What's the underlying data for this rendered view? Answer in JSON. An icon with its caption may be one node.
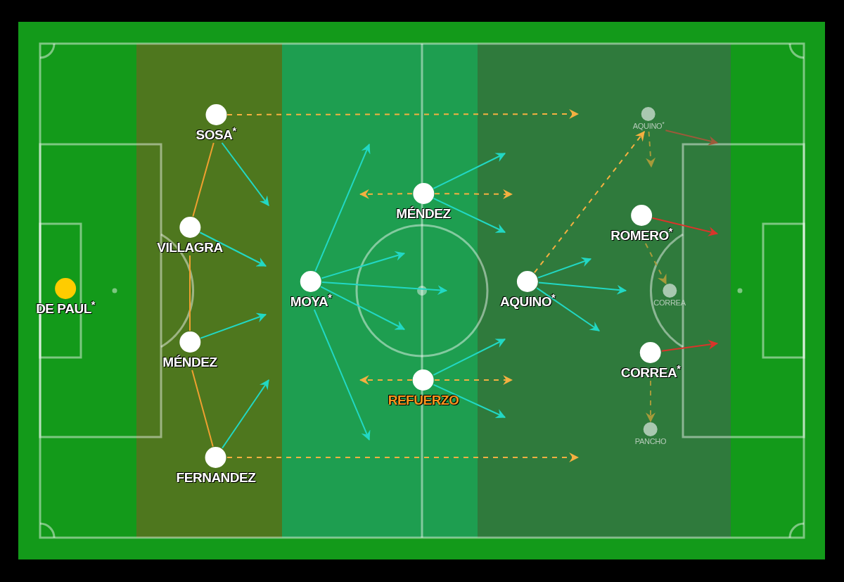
{
  "diagram": {
    "nodes": [
      {
        "text": [
          "DE PAUL$^{*}$"
        ]
      },
      {
        "text": [
          "SOSA$^{*}$"
        ]
      },
      {
        "text": [
          "VILLAGRA"
        ]
      },
      {
        "text": [
          "MÉNDEZ"
        ]
      },
      {
        "text": [
          "FERNANDEZ"
        ]
      },
      {
        "text": [
          "MOYA$^{*}$"
        ]
      },
      {
        "text": [
          "MÉNDEZ"
        ]
      },
      {
        "text": [
          "REFUERZO"
        ]
      },
      {
        "text": [
          "AQUINO$^{*}$"
        ]
      },
      {
        "text": [
          "AQUINO$^{*}$"
        ]
      },
      {
        "text": [
          "ROMERO$^{*}$"
        ]
      },
      {
        "text": [
          "CORREA"
        ]
      },
      {
        "text": [
          "CORREA$^{*}$"
        ]
      },
      {
        "text": [
          "PANCHO"
        ]
      }
    ],
    "edges": [
      {
        "from": 1,
        "to": null,
        "arrow": "to"
      },
      {
        "from": 1,
        "to": null,
        "arrow": "to",
        "style": "dashed",
        "color": "#f5b041"
      },
      {
        "from": 1,
        "to": 2,
        "arrow": "none",
        "color": "#f0a030"
      },
      {
        "from": 2,
        "to": null,
        "arrow": "to"
      },
      {
        "from": 2,
        "to": 3,
        "arrow": "none",
        "color": "#f0a030"
      },
      {
        "from": 3,
        "to": null,
        "arrow": "to"
      },
      {
        "from": 3,
        "to": 4,
        "arrow": "none",
        "color": "#f0a030"
      },
      {
        "from": 4,
        "to": null,
        "arrow": "to"
      },
      {
        "from": 4,
        "to": null,
        "arrow": "to",
        "style": "dashed",
        "color": "#f5b041"
      },
      {
        "from": 5,
        "to": null,
        "arrow": "to"
      },
      {
        "from": 5,
        "to": null,
        "arrow": "to"
      },
      {
        "from": 5,
        "to": null,
        "arrow": "to"
      },
      {
        "from": 5,
        "to": null,
        "arrow": "to"
      },
      {
        "from": 5,
        "to": null,
        "arrow": "to"
      },
      {
        "from": 6,
        "to": null,
        "arrow": "to"
      },
      {
        "from": 6,
        "to": null,
        "arrow": "to"
      },
      {
        "from": 6,
        "to": null,
        "arrow": "to",
        "style": "dashed",
        "color": "#f5b041"
      },
      {
        "from": 6,
        "to": null,
        "arrow": "to",
        "style": "dashed",
        "color": "#f5b041"
      },
      {
        "from": 7,
        "to": null,
        "arrow": "to"
      },
      {
        "from": 7,
        "to": null,
        "arrow": "to"
      },
      {
        "from": 7,
        "to": null,
        "arrow": "to",
        "style": "dashed",
        "color": "#f5b041"
      },
      {
        "from": 7,
        "to": null,
        "arrow": "to",
        "style": "dashed",
        "color": "#f5b041"
      },
      {
        "from": 8,
        "to": null,
        "arrow": "to"
      },
      {
        "from": 8,
        "to": null,
        "arrow": "to"
      },
      {
        "from": 8,
        "to": null,
        "arrow": "to"
      },
      {
        "from": 8,
        "to": 9,
        "arrow": "to",
        "style": "dashed",
        "color": "#f5b041"
      },
      {
        "from": 9,
        "to": null,
        "arrow": "to",
        "color": "#9c5a3a"
      },
      {
        "from": 9,
        "to": null,
        "arrow": "to",
        "style": "dashed",
        "color": "#a69a3a"
      },
      {
        "from": 10,
        "to": null,
        "arrow": "to",
        "color": "#d9352b"
      },
      {
        "from": 10,
        "to": 11,
        "arrow": "to",
        "style": "dashed",
        "color": "#a69a3a"
      },
      {
        "from": 12,
        "to": null,
        "arrow": "to",
        "color": "#d9352b"
      },
      {
        "from": 12,
        "to": 13,
        "arrow": "to",
        "style": "dashed",
        "color": "#a69a3a"
      }
    ]
  }
}
